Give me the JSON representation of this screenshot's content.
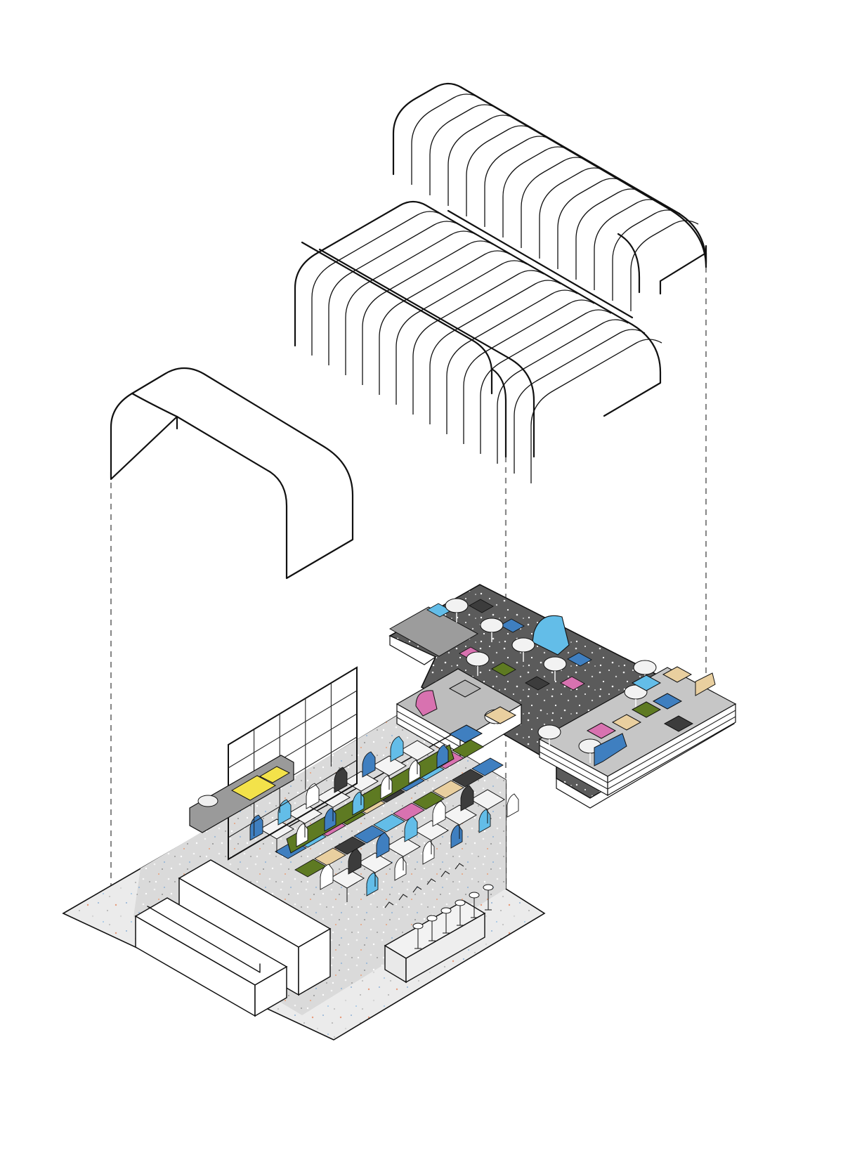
{
  "diagram": {
    "type": "exploded-axonometric",
    "background": "#ffffff",
    "components": [
      {
        "name": "canopy-small",
        "icon": "arched-canopy-icon"
      },
      {
        "name": "canopy-ribbed-middle",
        "icon": "ribbed-arch-icon"
      },
      {
        "name": "canopy-ribbed-rear",
        "icon": "ribbed-arch-icon"
      },
      {
        "name": "floor-plate",
        "icon": "terrazzo-floor-icon"
      }
    ],
    "palette": {
      "floor_light": "#d9d9d9",
      "floor_dark": "#5e5e5e",
      "guide_lines": "#8a8a8a",
      "blue": "#3f7fc0",
      "light_blue": "#63bde8",
      "pink": "#d872b0",
      "olive": "#5e7a22",
      "tan": "#e9cf9f",
      "yellow": "#f3e24a",
      "charcoal": "#3c3c3c"
    }
  }
}
